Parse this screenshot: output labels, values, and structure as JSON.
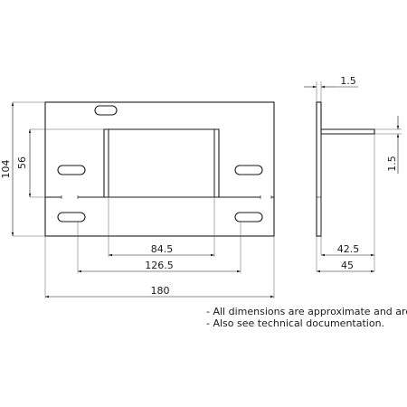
{
  "dimensions": {
    "height_total": "104",
    "height_inner": "56",
    "width_inner": "84.5",
    "width_slots": "126.5",
    "width_total": "180",
    "thickness_top": "1.5",
    "thickness_side": "1.5",
    "depth_inner": "42.5",
    "depth_total": "45"
  },
  "notes": {
    "line1": "- All dimensions are approximate and are in mm.",
    "line2": "- Also see technical documentation."
  }
}
